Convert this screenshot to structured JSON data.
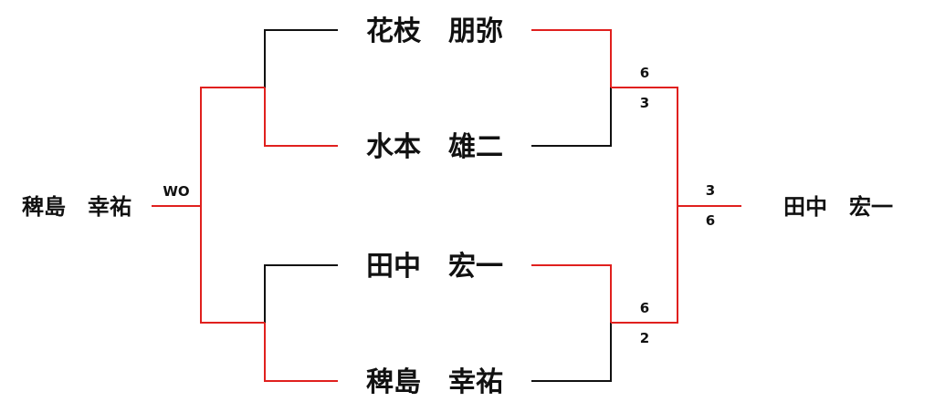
{
  "players": {
    "p1": "花枝　朋弥",
    "p2": "水本　雄二",
    "p3": "田中　宏一",
    "p4": "稗島　幸祐"
  },
  "results": {
    "left_winner": "稗島　幸祐",
    "right_winner": "田中　宏一",
    "left_final_mark": "WO",
    "right_semi_top": {
      "upper": "6",
      "lower": "3"
    },
    "right_semi_bottom": {
      "upper": "6",
      "lower": "2"
    },
    "right_final": {
      "upper": "3",
      "lower": "6"
    }
  },
  "colors": {
    "winner_line": "#e0201e",
    "loser_line": "#111111"
  }
}
